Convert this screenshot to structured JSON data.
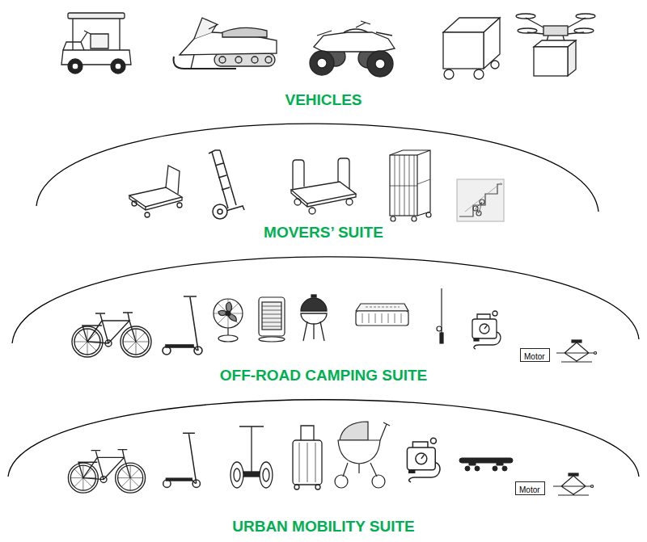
{
  "diagram": {
    "nodes": [
      {
        "text": [
          "MOVERS’ SUITE"
        ]
      },
      {
        "text": [
          "OFF-ROAD CAMPING SUITE"
        ]
      },
      {
        "text": [
          "Motor"
        ],
        "in": 1
      },
      {
        "text": [
          "URBAN MOBILITY SUITE"
        ]
      },
      {
        "text": [
          "Motor"
        ],
        "in": 3
      }
    ],
    "labels": [
      "VEHICLES"
    ]
  }
}
